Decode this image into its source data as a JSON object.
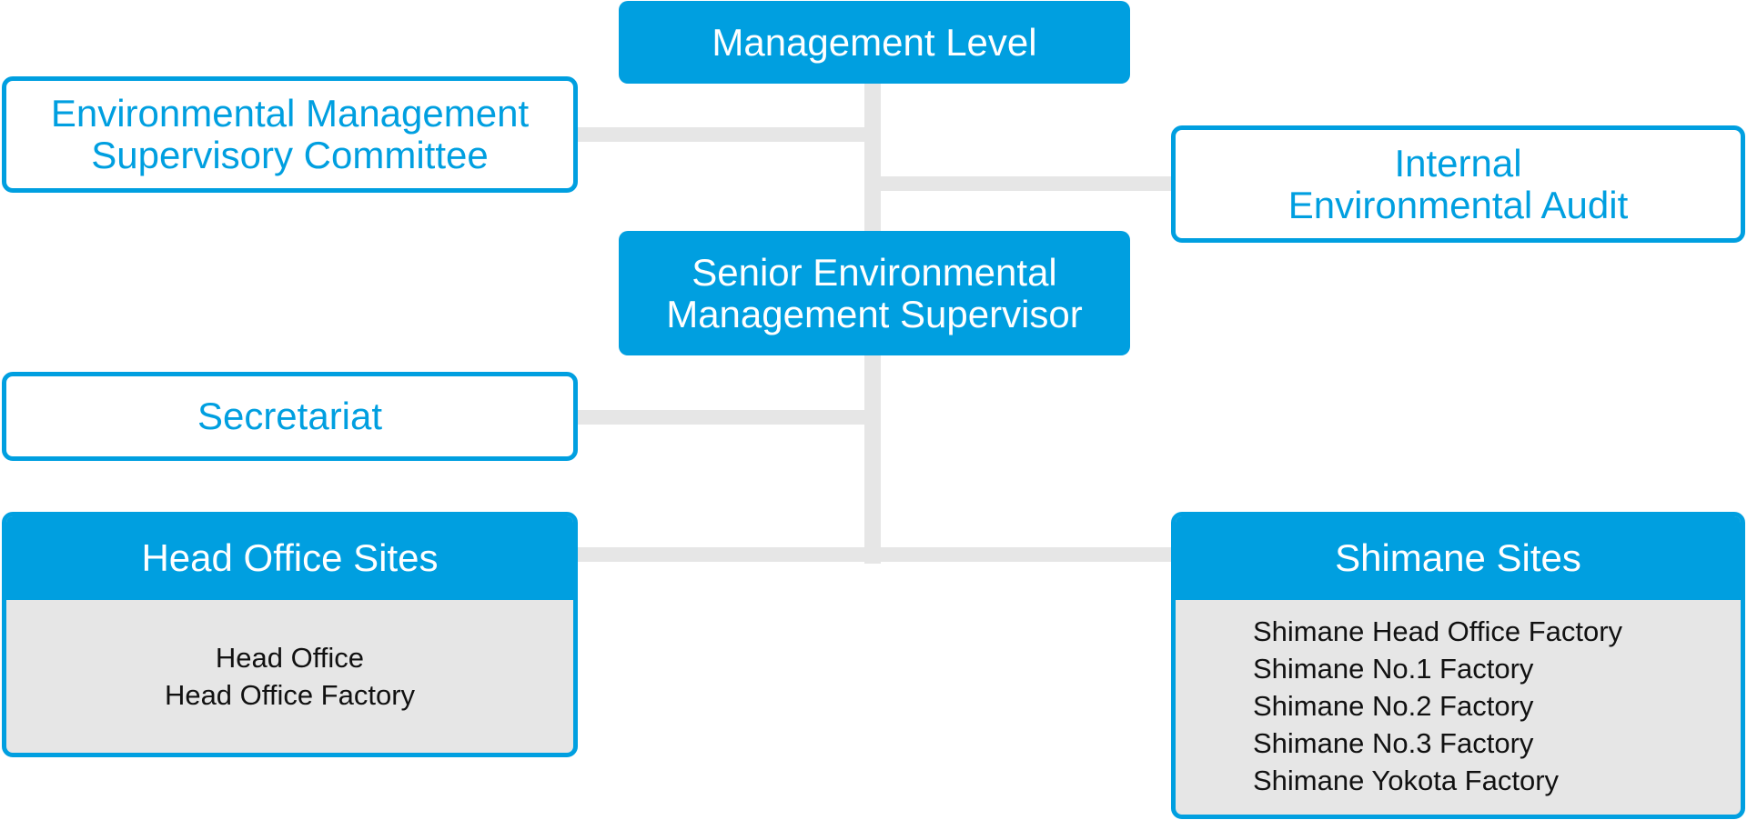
{
  "management_level": {
    "label": "Management Level"
  },
  "supervisory_committee": {
    "lines": [
      "Environmental Management",
      "Supervisory Committee"
    ]
  },
  "internal_audit": {
    "lines": [
      "Internal",
      "Environmental Audit"
    ]
  },
  "senior_supervisor": {
    "lines": [
      "Senior Environmental",
      "Management Supervisor"
    ]
  },
  "secretariat": {
    "label": "Secretariat"
  },
  "head_office_sites": {
    "title": "Head Office Sites",
    "items": [
      "Head Office",
      "Head Office Factory"
    ]
  },
  "shimane_sites": {
    "title": "Shimane Sites",
    "items": [
      "Shimane Head Office Factory",
      "Shimane No.1 Factory",
      "Shimane No.2 Factory",
      "Shimane No.3 Factory",
      "Shimane Yokota Factory"
    ]
  },
  "colors": {
    "primary_blue": "#009fe0",
    "connector_gray": "#e6e6e6",
    "panel_gray": "#e6e6e6",
    "text_dark": "#111111"
  }
}
